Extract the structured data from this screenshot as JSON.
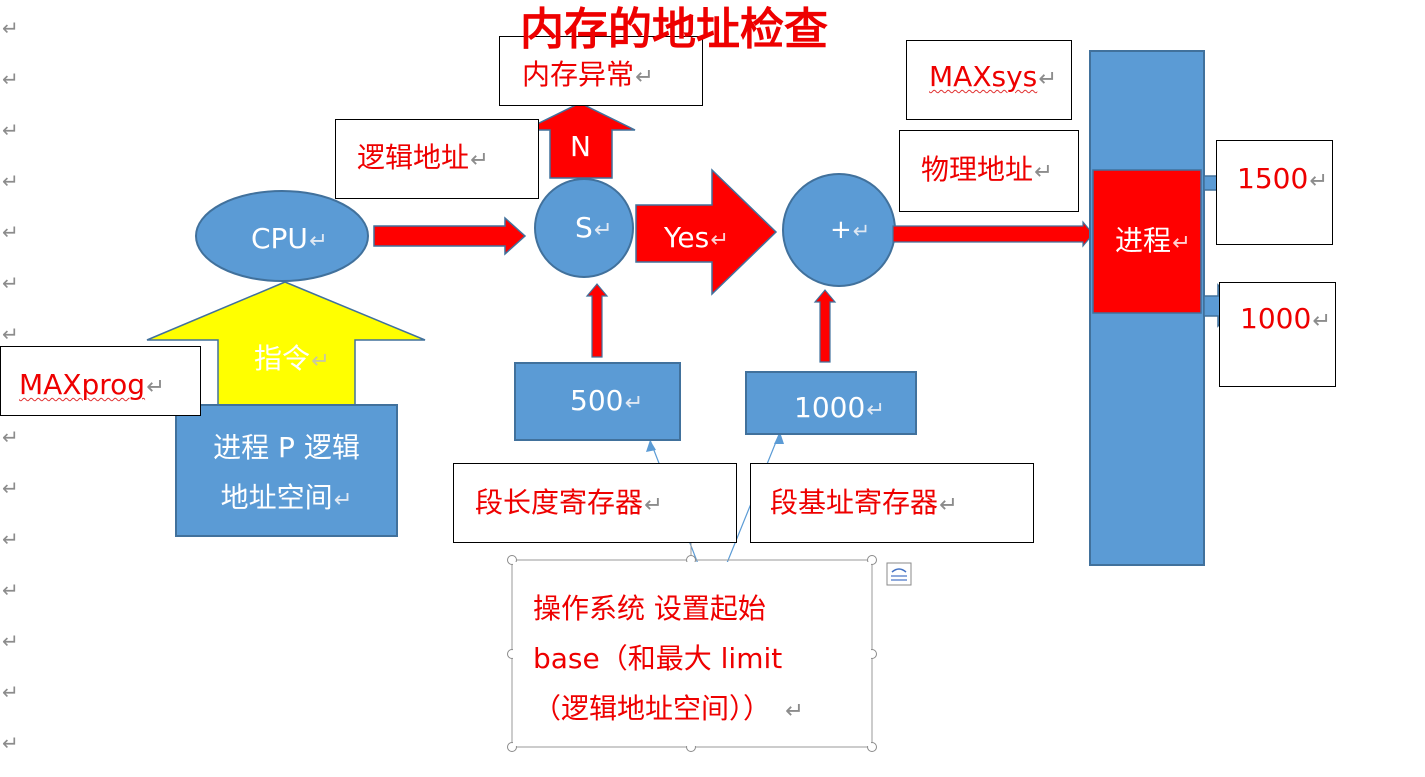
{
  "title": "内存的地址检查",
  "mem_error_label": "内存异常",
  "logical_address_label": "逻辑地址",
  "maxsys_label": "MAXsys",
  "physical_address_label": "物理地址",
  "cpu_label": "CPU",
  "s_label": "S",
  "yes_label": "Yes",
  "n_label": "N",
  "plus_label": "+",
  "process_label": "进程",
  "out_value_1": "1500",
  "out_value_2": "1000",
  "instruction_label": "指令",
  "maxprog_label": "MAXprog",
  "process_space_line1": "进程 P 逻辑",
  "process_space_line2": "地址空间",
  "limit_register_value": "500",
  "base_register_value": "1000",
  "limit_register_label": "段长度寄存器",
  "base_register_label": "段基址寄存器",
  "os_note_line1": "操作系统 设置起始",
  "os_note_line2": "base（和最大 limit",
  "os_note_line3": "（逻辑地址空间））",
  "paragraph_mark": "↵",
  "colors": {
    "blue": "#5b9bd5",
    "blue_border": "#41719c",
    "red": "#ff0000",
    "yellow": "#ffff00",
    "text_red": "#ee0000"
  }
}
